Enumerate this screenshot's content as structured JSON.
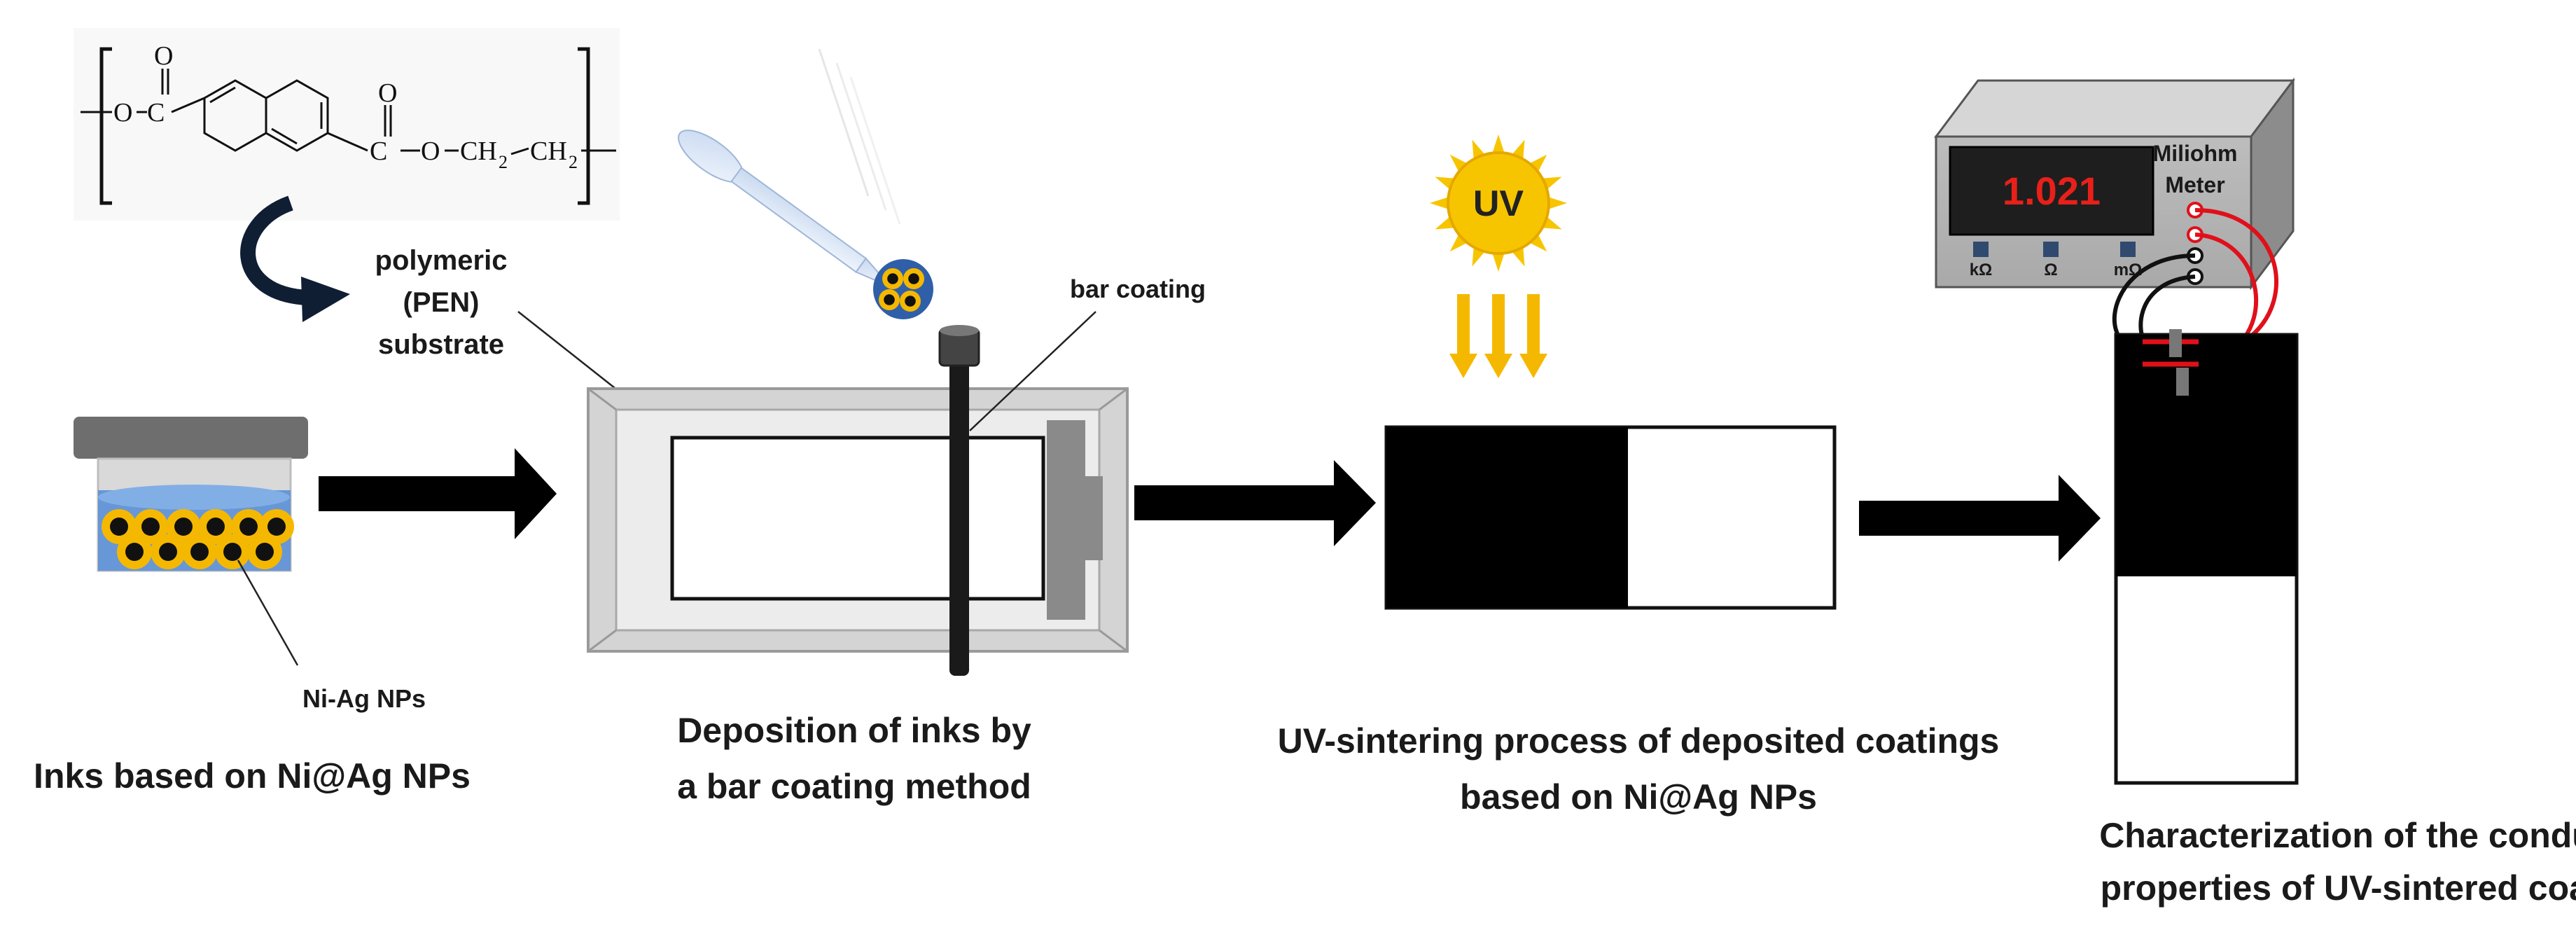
{
  "chemical_structure": {
    "atom_o_1": "O",
    "atom_c_1": "C",
    "atom_o_dbl_1": "O",
    "atom_o_dbl_2": "O",
    "atom_c_2": "C",
    "atom_o_2": "O",
    "chain_1": "CH",
    "chain_1_sub": "2",
    "chain_2": "CH",
    "chain_2_sub": "2"
  },
  "labels": {
    "substrate_line1": "polymeric",
    "substrate_line2": "(PEN)",
    "substrate_line3": "substrate",
    "bar_coating": "bar coating",
    "nanoparticles": "Ni-Ag NPs",
    "uv_badge": "UV"
  },
  "meter": {
    "title_line1": "Miliohm",
    "title_line2": "Meter",
    "reading": "1.021",
    "reading_color": "#e8201a",
    "buttons": [
      "kΩ",
      "Ω",
      "mΩ"
    ]
  },
  "captions": {
    "step1": "Inks based on Ni@Ag NPs",
    "step2_line1": "Deposition of inks by",
    "step2_line2": "a bar coating method",
    "step3_line1": "UV-sintering process of deposited coatings",
    "step3_line2": "based on Ni@Ag NPs",
    "step4_line1": "Characterization of the conductive",
    "step4_line2": "properties of UV-sintered coatings"
  },
  "colors": {
    "nanoparticle_shell": "#f5b800",
    "nanoparticle_core": "#111111",
    "ink_liquid": "#5b8fd6",
    "uv_sun": "#f7c500",
    "uv_rays": "#f5b800",
    "arrow": "#000000",
    "probe_red": "#e0101a",
    "probe_black": "#111111"
  }
}
